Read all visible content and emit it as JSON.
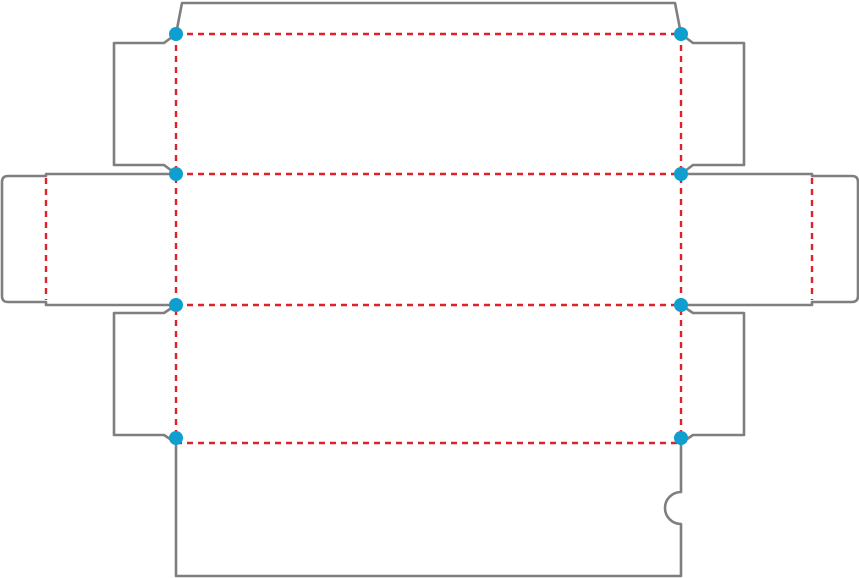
{
  "diagram": {
    "type": "box-dieline",
    "colors": {
      "background": "#ffffff",
      "cut_line": "#7f7f7f",
      "fold_line": "#e0202a",
      "corner_dot": "#0e9fd0"
    },
    "panels": [
      "top-flap",
      "top-panel",
      "front-panel",
      "bottom-panel",
      "back-panel"
    ],
    "side_flaps": [
      "left-end-flap",
      "right-end-flap",
      "left-dust-flap-top",
      "right-dust-flap-top",
      "left-dust-flap-bottom",
      "right-dust-flap-bottom"
    ],
    "features": [
      "thumb-notch"
    ]
  }
}
